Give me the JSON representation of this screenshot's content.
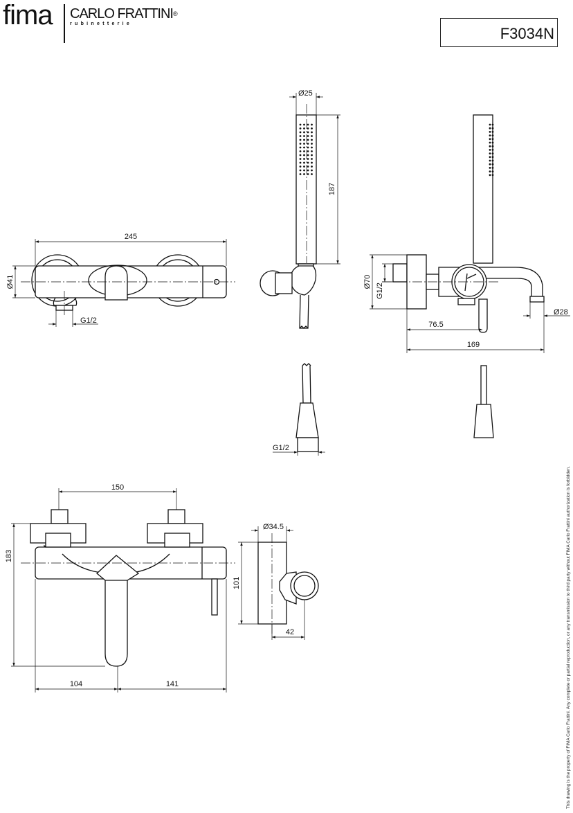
{
  "header": {
    "logo_brand": "fima",
    "logo_company": "CARLO FRATTINI",
    "logo_registered": "®",
    "logo_subtitle": "rubinetterie",
    "product_code": "F3034N"
  },
  "dimensions": {
    "front_width": "245",
    "front_body_diameter": "Ø41",
    "front_outlet_thread": "G1/2",
    "handshower_diameter": "Ø25",
    "handshower_length": "187",
    "side_flange_diameter": "Ø70",
    "side_inlet_thread": "G1/2",
    "side_spout_diameter": "Ø28",
    "side_inlet_depth": "76.5",
    "side_total_depth": "169",
    "hose_thread": "G1/2",
    "top_centres": "150",
    "top_height": "183",
    "top_left_offset": "104",
    "top_right_offset": "141",
    "holder_diameter": "Ø34.5",
    "holder_height": "101",
    "holder_depth": "42"
  },
  "footer": {
    "copyright_note": "This drawing is the property of FIMA Carlo Frattini. Any complete or partial reproduction, or any transmission to third party without FIMA Carlo Frattini authorization is forbidden."
  }
}
